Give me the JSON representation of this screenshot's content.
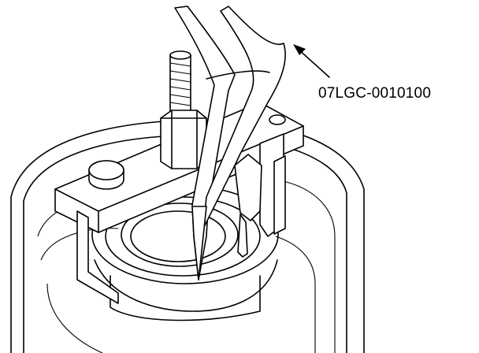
{
  "callout": {
    "label": "07LGC-0010100",
    "target": "snap-ring-pliers"
  },
  "icons": [
    "snap-ring-pliers",
    "bearing",
    "housing",
    "puller-bar",
    "stud-bolt",
    "hex-nut",
    "leader-arrow"
  ],
  "colors": {
    "line": "#000000",
    "background": "#ffffff"
  }
}
